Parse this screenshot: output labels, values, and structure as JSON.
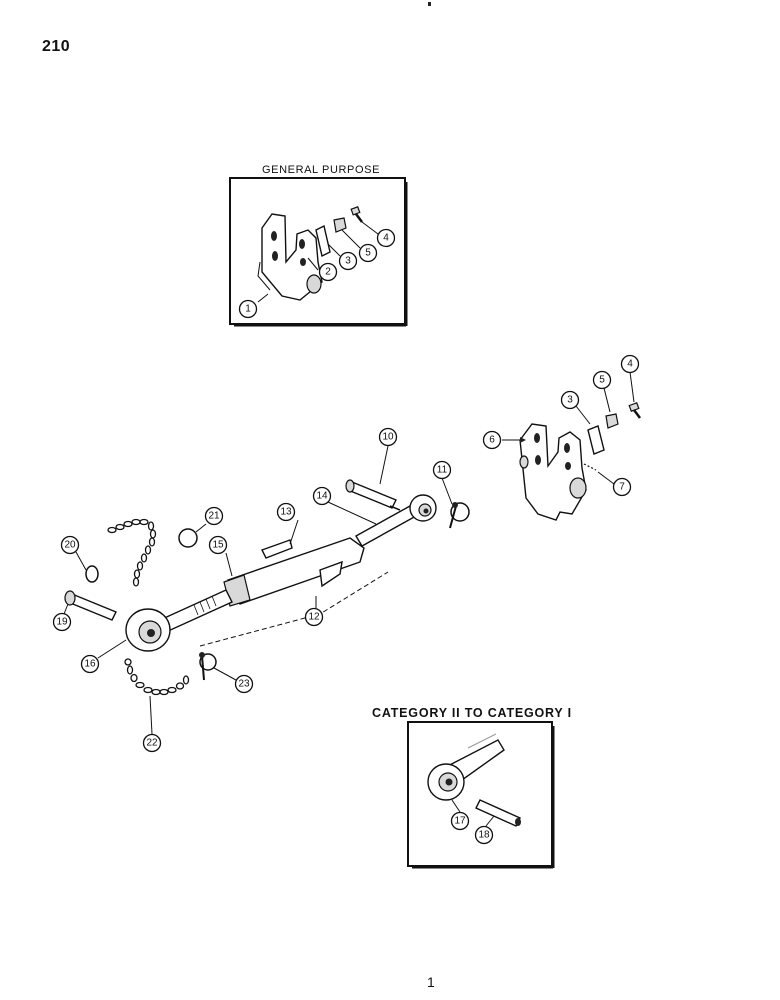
{
  "page": {
    "number": "210",
    "footer_mark": "1"
  },
  "insets": {
    "general_purpose": {
      "caption": "GENERAL PURPOSE"
    },
    "category": {
      "caption": "CATEGORY II TO CATEGORY I"
    }
  },
  "callouts": {
    "c1": "1",
    "c2": "2",
    "c3": "3",
    "c4": "4",
    "c5": "5",
    "c3b": "3",
    "c4b": "4",
    "c5b": "5",
    "c6": "6",
    "c7": "7",
    "c10": "10",
    "c11": "11",
    "c12": "12",
    "c13": "13",
    "c14": "14",
    "c15": "15",
    "c16": "16",
    "c17": "17",
    "c18": "18",
    "c19": "19",
    "c20": "20",
    "c21": "21",
    "c22": "22",
    "c23": "23"
  }
}
